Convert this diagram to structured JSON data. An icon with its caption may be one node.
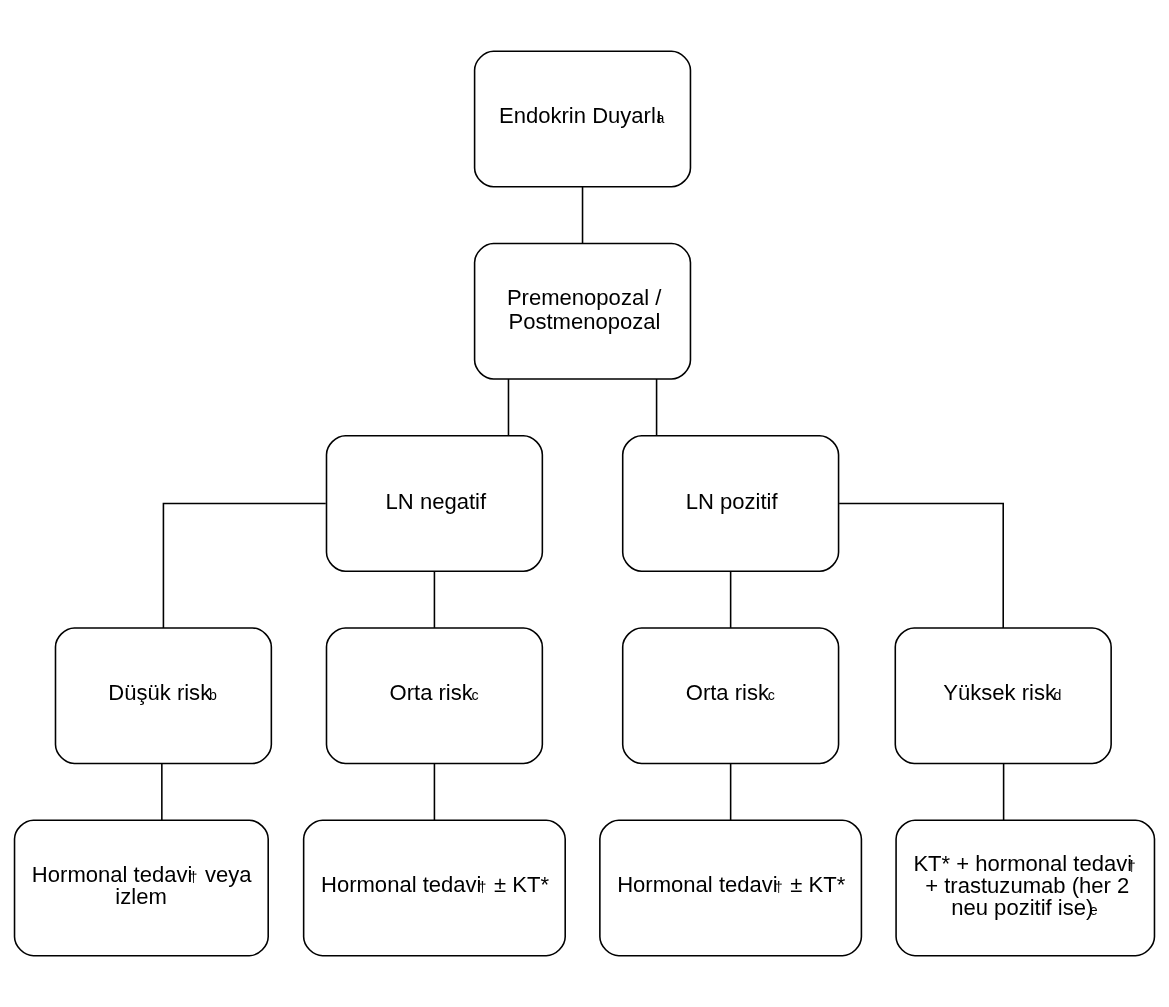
{
  "diagram": {
    "nodes": [
      {
        "text": [
          "Endokrin Duyarlı$^{a}$"
        ]
      },
      {
        "text": [
          "Premenopozal / Postmenopozal"
        ]
      },
      {
        "text": [
          "LN negatif"
        ]
      },
      {
        "text": [
          "LN pozitif"
        ]
      },
      {
        "text": [
          "Düşük risk$^{b}$"
        ]
      },
      {
        "text": [
          "Orta risk$^{c}$"
        ]
      },
      {
        "text": [
          "Orta risk$^{c}$"
        ]
      },
      {
        "text": [
          "Yüksek risk$^{d}$"
        ]
      },
      {
        "text": [
          "Hormonal tedavi$^{†}$ veya izlem"
        ]
      },
      {
        "text": [
          "Hormonal tedavi$^{†}$ ± KT*"
        ]
      },
      {
        "text": [
          "Hormonal tedavi$^{†}$ ± KT*"
        ]
      },
      {
        "text": [
          "KT* + hormonal tedavi$^{†}$ + trastuzumab (her 2 neu pozitif ise)$^{e}$"
        ]
      }
    ],
    "edges": [
      {
        "from": 0,
        "to": 1,
        "arrow": "none"
      },
      {
        "from": 1,
        "to": 2,
        "arrow": "none"
      },
      {
        "from": 1,
        "to": 3,
        "arrow": "none"
      },
      {
        "from": 2,
        "to": 4,
        "arrow": "none"
      },
      {
        "from": 2,
        "to": 5,
        "arrow": "none"
      },
      {
        "from": 3,
        "to": 6,
        "arrow": "none"
      },
      {
        "from": 3,
        "to": 7,
        "arrow": "none"
      },
      {
        "from": 4,
        "to": 8,
        "arrow": "none"
      },
      {
        "from": 5,
        "to": 9,
        "arrow": "none"
      },
      {
        "from": 6,
        "to": 10,
        "arrow": "none"
      },
      {
        "from": 7,
        "to": 11,
        "arrow": "none"
      }
    ]
  }
}
